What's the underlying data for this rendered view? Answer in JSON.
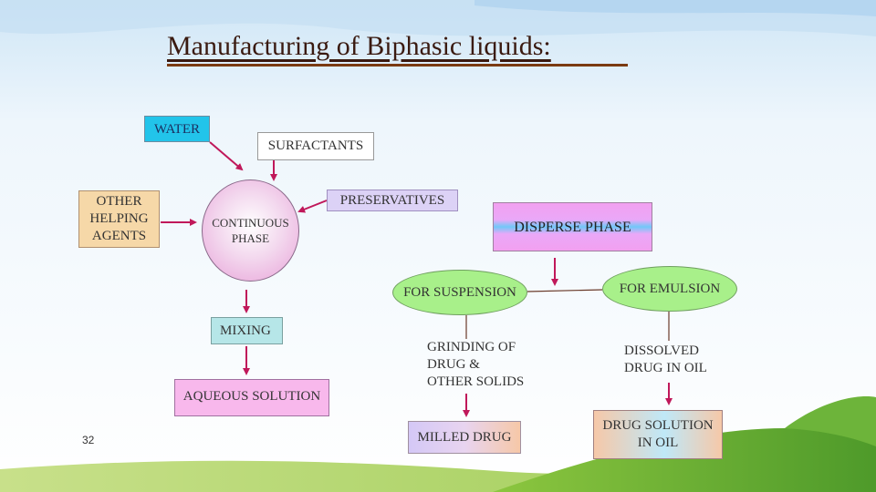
{
  "title": "Manufacturing of Biphasic liquids:",
  "page_number": "32",
  "nodes": {
    "water": "WATER",
    "surfactants": "SURFACTANTS",
    "other_helping_agents": [
      "OTHER",
      "HELPING",
      "AGENTS"
    ],
    "continuous_phase": [
      "CONTINUOUS",
      "PHASE"
    ],
    "preservatives": "PRESERVATIVES",
    "disperse_phase": "DISPERSE PHASE",
    "for_suspension": "FOR SUSPENSION",
    "for_emulsion": "FOR EMULSION",
    "mixing": "MIXING",
    "aqueous_solution": "AQUEOUS SOLUTION",
    "grinding": [
      "GRINDING OF",
      "DRUG &",
      "OTHER SOLIDS"
    ],
    "dissolved": [
      "DISSOLVED",
      "DRUG IN OIL"
    ],
    "milled_drug": "MILLED DRUG",
    "drug_solution": [
      "DRUG SOLUTION",
      "IN OIL"
    ]
  },
  "colors": {
    "arrow": "#c0185a",
    "connector": "#6a3a2a",
    "title_underline": "#7a3b12",
    "water": "#22c4ea",
    "suspension_emulsion": "#a8f08a"
  }
}
